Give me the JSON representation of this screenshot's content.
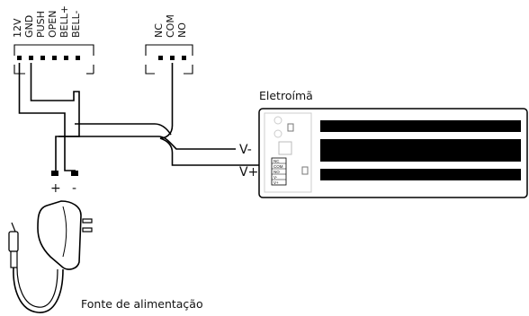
{
  "connector_left": {
    "pins": [
      "12V",
      "GND",
      "PUSH",
      "OPEN",
      "BELL+",
      "BELL-"
    ]
  },
  "connector_right": {
    "pins": [
      "NC",
      "COM",
      "NO"
    ]
  },
  "wire_labels": {
    "v_minus": "V-",
    "v_plus": "V+"
  },
  "polarity": {
    "plus": "+",
    "minus": "-"
  },
  "maglock": {
    "title": "Eletroímã",
    "terminal_labels": [
      "NC",
      "COM",
      "NO",
      "V-",
      "V+"
    ]
  },
  "power_supply": {
    "caption": "Fonte de alimentação"
  }
}
